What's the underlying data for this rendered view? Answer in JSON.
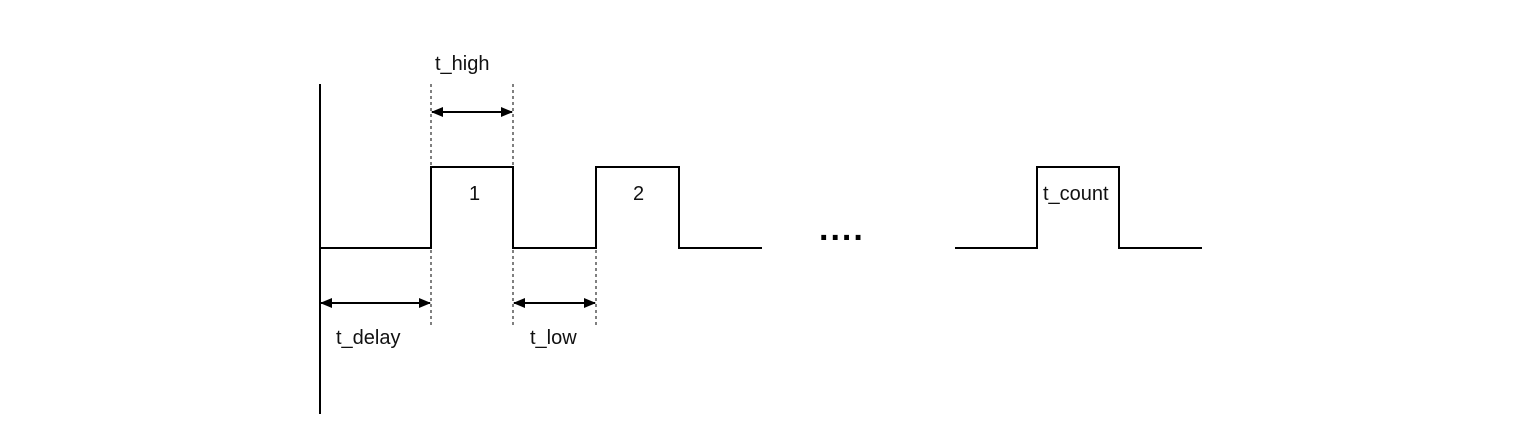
{
  "diagram": {
    "labels": {
      "t_high": "t_high",
      "t_delay": "t_delay",
      "t_low": "t_low",
      "t_count": "t_count",
      "pulse_1": "1",
      "pulse_2": "2",
      "ellipsis": "...."
    },
    "colors": {
      "line": "#000000",
      "background": "#ffffff"
    }
  }
}
